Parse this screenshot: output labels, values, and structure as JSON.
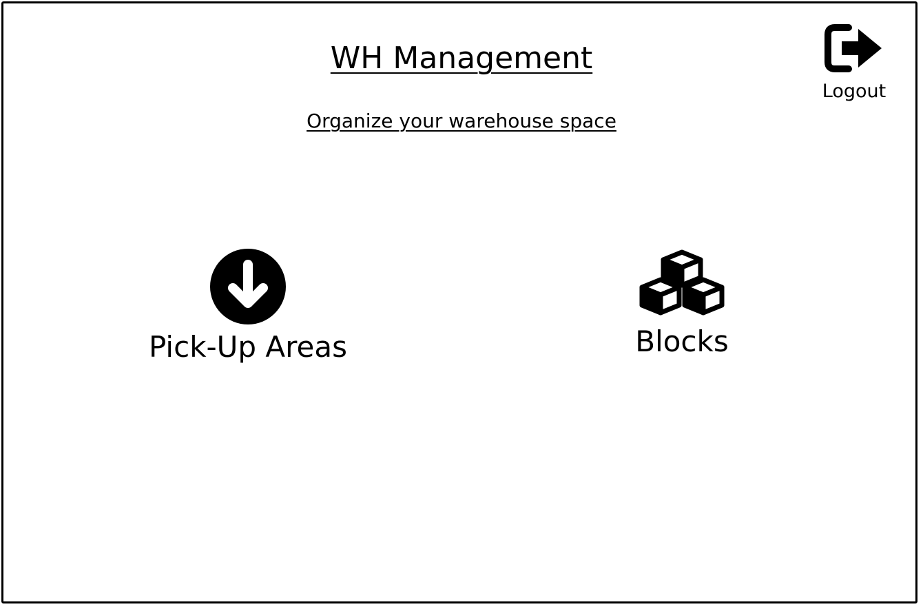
{
  "header": {
    "title": "WH Management",
    "subtitle": "Organize your warehouse space",
    "logout": {
      "label": "Logout",
      "icon": "sign-out-icon"
    }
  },
  "tiles": [
    {
      "label": "Pick-Up Areas",
      "icon": "arrow-circle-down-icon"
    },
    {
      "label": "Blocks",
      "icon": "cubes-icon"
    }
  ],
  "colors": {
    "background": "#ffffff",
    "foreground": "#000000"
  }
}
